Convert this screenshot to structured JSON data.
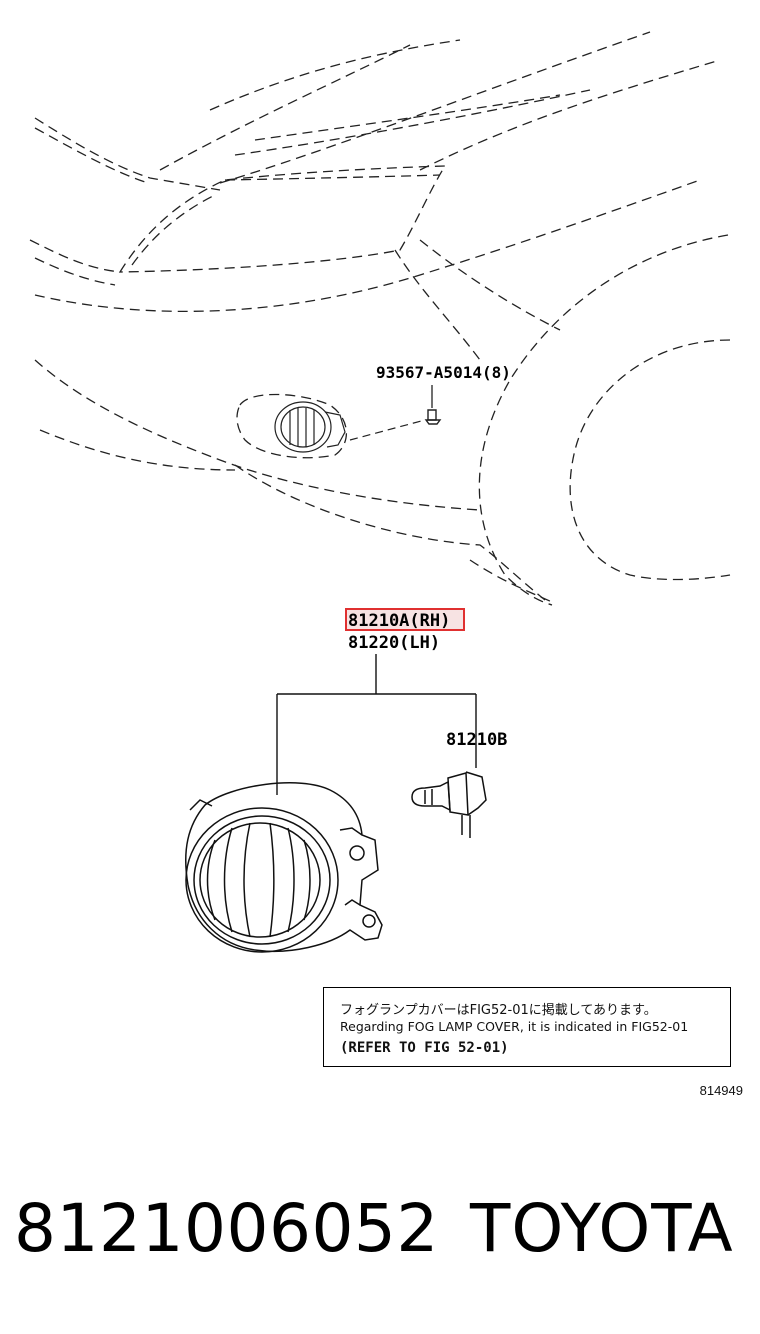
{
  "callouts": {
    "screw": "93567-A5014(8)",
    "fog_lamp_rh": "81210A(RH)",
    "fog_lamp_lh": "81220(LH)",
    "bulb": "81210B"
  },
  "highlight_color": "#e03030",
  "note": {
    "line1": "フォグランプカバーはFIG52-01に掲載してあります。",
    "line2": "Regarding FOG LAMP COVER, it is indicated in FIG52-01",
    "line3": "(REFER TO FIG 52-01)"
  },
  "figure_number": "814949",
  "footer": {
    "part_number": "8121006052",
    "brand": "TOYOTA"
  }
}
